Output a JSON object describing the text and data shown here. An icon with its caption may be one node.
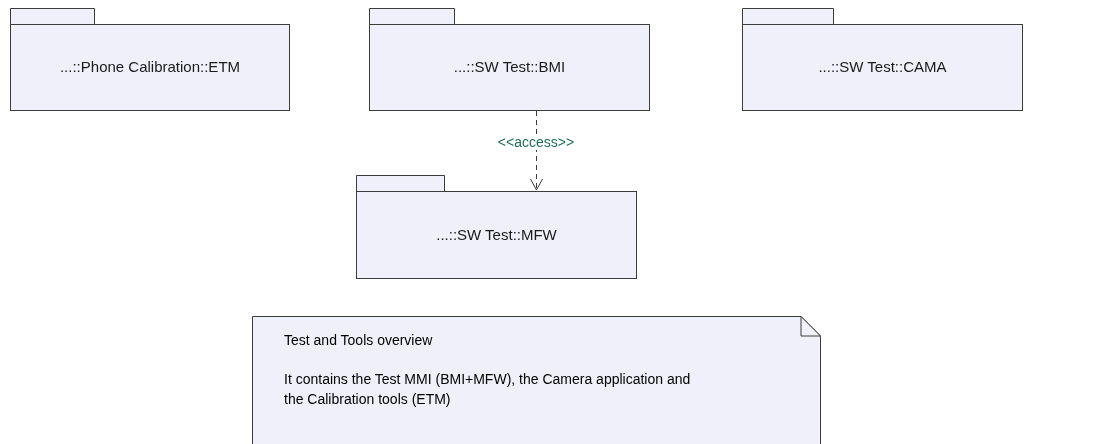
{
  "diagram": {
    "nodes": [
      {
        "text": [
          "...::Phone Calibration::ETM"
        ]
      },
      {
        "text": [
          "...::SW Test::BMI"
        ]
      },
      {
        "text": [
          "...::SW Test::CAMA"
        ]
      },
      {
        "text": [
          "...::SW Test::MFW"
        ]
      },
      {
        "text": [
          "Test and Tools overview",
          "It contains the Test MMI (BMI+MFW), the Camera application and the Calibration tools (ETM)"
        ]
      }
    ],
    "edges": [
      {
        "from": 1,
        "to": 3,
        "arrow": "to",
        "label": "<<access>>",
        "style": "dashed"
      }
    ]
  }
}
